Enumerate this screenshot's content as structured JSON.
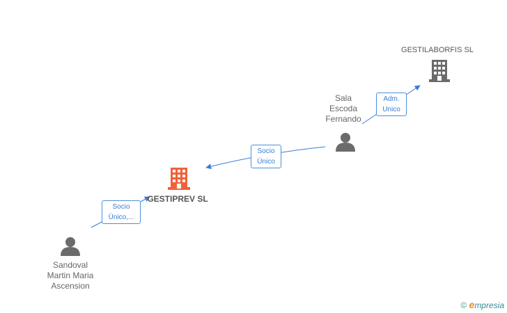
{
  "nodes": {
    "gestilaborfis": {
      "label": "GESTILABORFIS SL",
      "color": "#6b6b6b"
    },
    "gestiprev": {
      "label": "GESTIPREV SL",
      "color": "#f0623a"
    },
    "sala": {
      "line1": "Sala",
      "line2": "Escoda",
      "line3": "Fernando",
      "color": "#6b6b6b"
    },
    "sandoval": {
      "line1": "Sandoval",
      "line2": "Martin Maria",
      "line3": "Ascension",
      "color": "#6b6b6b"
    }
  },
  "edges": {
    "adm": {
      "line1": "Adm.",
      "line2": "Unico"
    },
    "socio_unico": {
      "line1": "Socio",
      "line2": "Único"
    },
    "socio_unico_multi": {
      "line1": "Socio",
      "line2": "Único,..."
    }
  },
  "colors": {
    "edge": "#3a7bd5"
  },
  "brand": {
    "copyright": "©",
    "e": "e",
    "rest": "mpresia"
  }
}
